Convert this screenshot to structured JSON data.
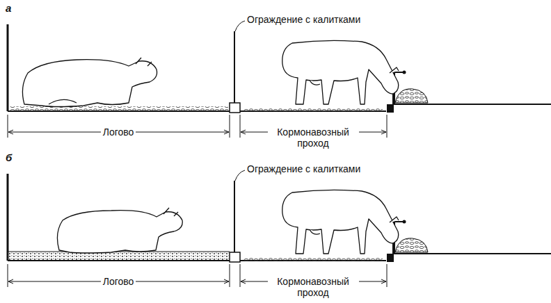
{
  "diagram": {
    "labels": [
      "а",
      "Ограждение с калитками",
      "Логово",
      "Кормонавозный проход",
      "б",
      "Ограждение с калитками",
      "Логово",
      "Кормонавозный проход"
    ]
  }
}
